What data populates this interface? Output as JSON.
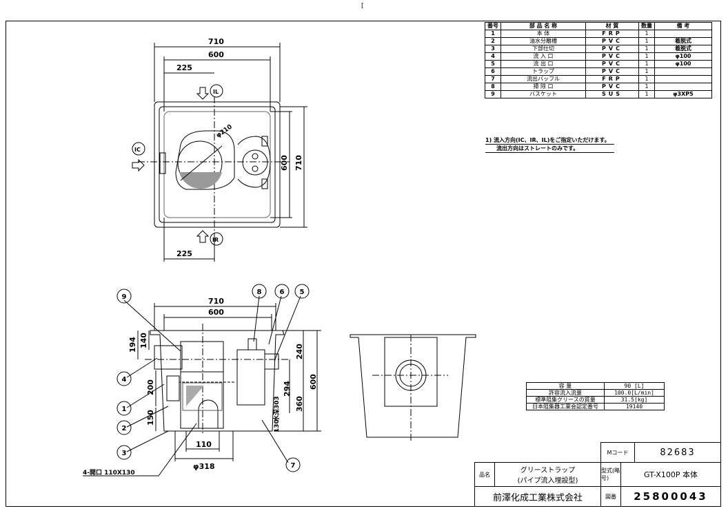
{
  "header_mark": "[",
  "parts_table": {
    "headers": {
      "no": "番号",
      "name": "部 品 名 称",
      "material": "材 質",
      "qty": "数量",
      "note": "備 考"
    },
    "rows": [
      {
        "no": "1",
        "name": "本 体",
        "material": "FRP",
        "qty": "1",
        "note": ""
      },
      {
        "no": "2",
        "name": "油水分離槽",
        "material": "PVC",
        "qty": "1",
        "note": "着脱式"
      },
      {
        "no": "3",
        "name": "下部仕切",
        "material": "PVC",
        "qty": "1",
        "note": "着脱式"
      },
      {
        "no": "4",
        "name": "流 入 口",
        "material": "PVC",
        "qty": "1",
        "note": "φ100"
      },
      {
        "no": "5",
        "name": "流 出 口",
        "material": "PVC",
        "qty": "1",
        "note": "φ100"
      },
      {
        "no": "6",
        "name": "トラップ",
        "material": "PVC",
        "qty": "1",
        "note": ""
      },
      {
        "no": "7",
        "name": "流出バッフル",
        "material": "FRP",
        "qty": "1",
        "note": ""
      },
      {
        "no": "8",
        "name": "掃 除 口",
        "material": "PVC",
        "qty": "1",
        "note": ""
      },
      {
        "no": "9",
        "name": "バスケット",
        "material": "SUS",
        "qty": "1",
        "note": "φ3XP5"
      }
    ]
  },
  "notes": [
    "1) 流入方向(IC、IR、IL)をご指定いただけます。",
    "流出方向はストレートのみです。"
  ],
  "plan_view": {
    "dim_710": "710",
    "dim_600": "600",
    "dim_225_top": "225",
    "dim_225_bottom": "225",
    "dim_600_right": "600",
    "dim_710_right": "710",
    "phi210": "φ210",
    "inlet_left": "IC",
    "inlet_top": "IL",
    "inlet_bottom": "IR"
  },
  "section_view": {
    "dim_710": "710",
    "dim_600": "600",
    "dim_194": "194",
    "dim_140": "140",
    "dim_200": "200",
    "dim_150": "150",
    "dim_240": "240",
    "dim_294": "294",
    "dim_600_right": "600",
    "dim_360": "360",
    "dim_303": "水深303",
    "dim_130": "130",
    "dim_110": "110",
    "dim_318": "φ318",
    "hole_note": "4-開口 110X130",
    "callouts": [
      "9",
      "8",
      "6",
      "5",
      "4",
      "1",
      "2",
      "3",
      "7"
    ]
  },
  "spec_table": [
    {
      "label": "容 量",
      "value": "90 [L]"
    },
    {
      "label": "許容流入流量",
      "value": "100.0[L/min]"
    },
    {
      "label": "標準阻集グリースの質量",
      "value": "31.5[kg]"
    },
    {
      "label": "日本阻集器工業会認定番号",
      "value": "19140"
    }
  ],
  "title_block": {
    "mcode_label": "Mコード",
    "mcode_value": "82683",
    "name_label": "品名",
    "name_line1": "グリーストラップ",
    "name_line2": "(パイプ流入埋設型)",
    "model_label": "型式(略号)",
    "model_value": "GT-X100P 本体",
    "company": "前澤化成工業株式会社",
    "drawing_label": "図番",
    "drawing_no": "25800043"
  }
}
